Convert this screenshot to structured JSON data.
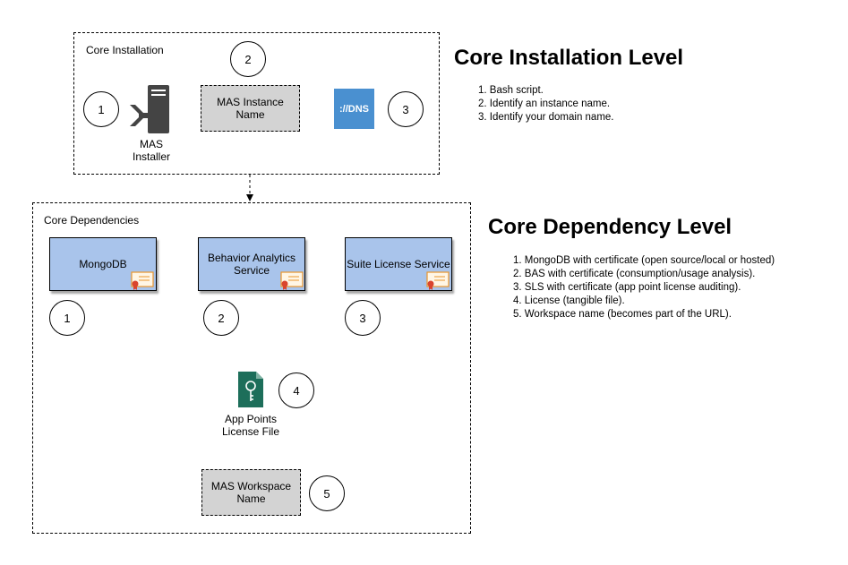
{
  "install_group": {
    "title": "Core Installation",
    "installer_label": "MAS Installer",
    "instance_box_label": "MAS Instance Name",
    "dns_icon_text": "://DNS",
    "circles": [
      "1",
      "2",
      "3"
    ]
  },
  "dependency_group": {
    "title": "Core Dependencies",
    "mongodb_label": "MongoDB",
    "bas_label": "Behavior Analytics Service",
    "sls_label": "Suite License Service",
    "license_file_label": "App Points License File",
    "workspace_box_label": "MAS Workspace Name",
    "circles": [
      "1",
      "2",
      "3",
      "4",
      "5"
    ]
  },
  "install_level": {
    "heading": "Core Installation Level",
    "items": [
      "1. Bash script.",
      "2. Identify an instance name.",
      "3. Identify your domain name."
    ]
  },
  "dependency_level": {
    "heading": "Core Dependency Level",
    "items": [
      "1. MongoDB with certificate (open source/local or hosted)",
      "2. BAS with certificate (consumption/usage analysis).",
      "3. SLS with certificate (app point license auditing).",
      "4. License (tangible file).",
      "5. Workspace name (becomes part of the URL)."
    ]
  },
  "colors": {
    "service_box": "#a9c4eb",
    "name_box": "#d3d3d3",
    "dns_icon": "#4a90d0",
    "license_icon": "#1d6e5a",
    "installer_icon": "#444444"
  }
}
